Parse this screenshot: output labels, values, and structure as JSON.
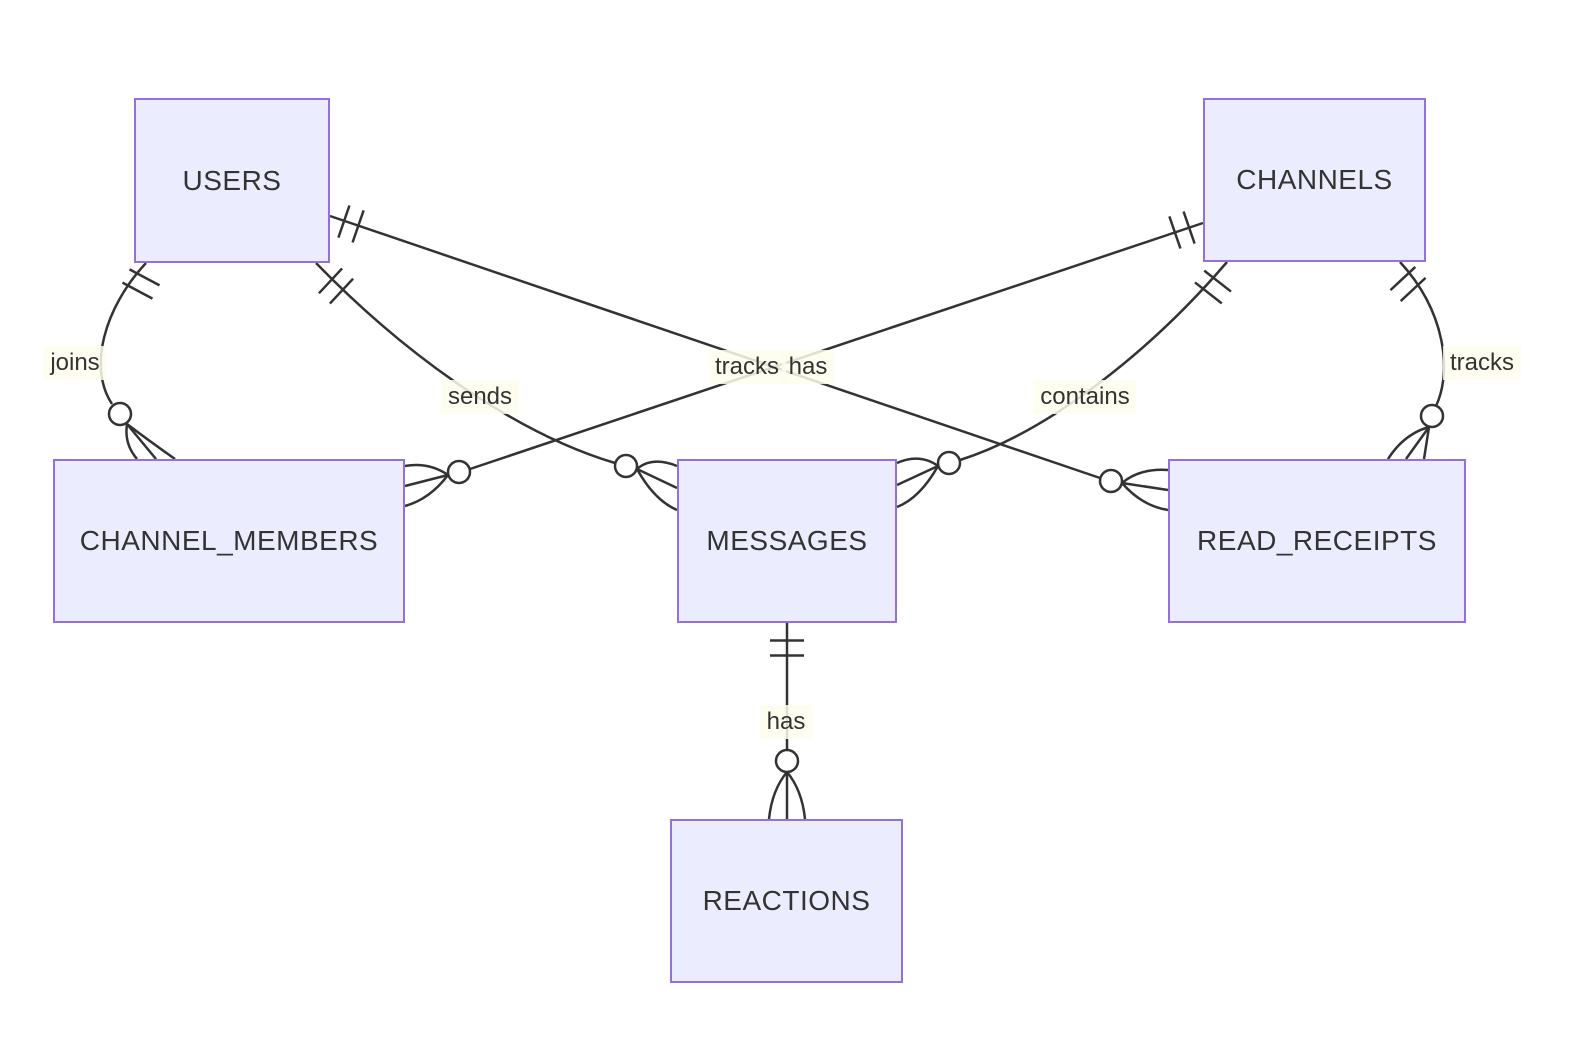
{
  "diagram": {
    "type": "entity-relationship",
    "entities": [
      {
        "name": "USERS"
      },
      {
        "name": "CHANNELS"
      },
      {
        "name": "CHANNEL_MEMBERS"
      },
      {
        "name": "MESSAGES"
      },
      {
        "name": "READ_RECEIPTS"
      },
      {
        "name": "REACTIONS"
      }
    ],
    "relationships": [
      {
        "from": "USERS",
        "to": "CHANNEL_MEMBERS",
        "label": "joins",
        "from_cardinality": "exactly-one",
        "to_cardinality": "zero-or-many"
      },
      {
        "from": "USERS",
        "to": "MESSAGES",
        "label": "sends",
        "from_cardinality": "exactly-one",
        "to_cardinality": "zero-or-many"
      },
      {
        "from": "USERS",
        "to": "READ_RECEIPTS",
        "label": "tracks",
        "from_cardinality": "exactly-one",
        "to_cardinality": "zero-or-many"
      },
      {
        "from": "CHANNELS",
        "to": "CHANNEL_MEMBERS",
        "label": "has",
        "from_cardinality": "exactly-one",
        "to_cardinality": "zero-or-many"
      },
      {
        "from": "CHANNELS",
        "to": "MESSAGES",
        "label": "contains",
        "from_cardinality": "exactly-one",
        "to_cardinality": "zero-or-many"
      },
      {
        "from": "CHANNELS",
        "to": "READ_RECEIPTS",
        "label": "tracks",
        "from_cardinality": "exactly-one",
        "to_cardinality": "zero-or-many"
      },
      {
        "from": "MESSAGES",
        "to": "REACTIONS",
        "label": "has",
        "from_cardinality": "exactly-one",
        "to_cardinality": "zero-or-many"
      }
    ],
    "colors": {
      "entity_fill": "#ECECFF",
      "entity_border": "#9370DB",
      "line": "#333333",
      "text": "#333333",
      "label_background": "#FDFDED"
    }
  }
}
